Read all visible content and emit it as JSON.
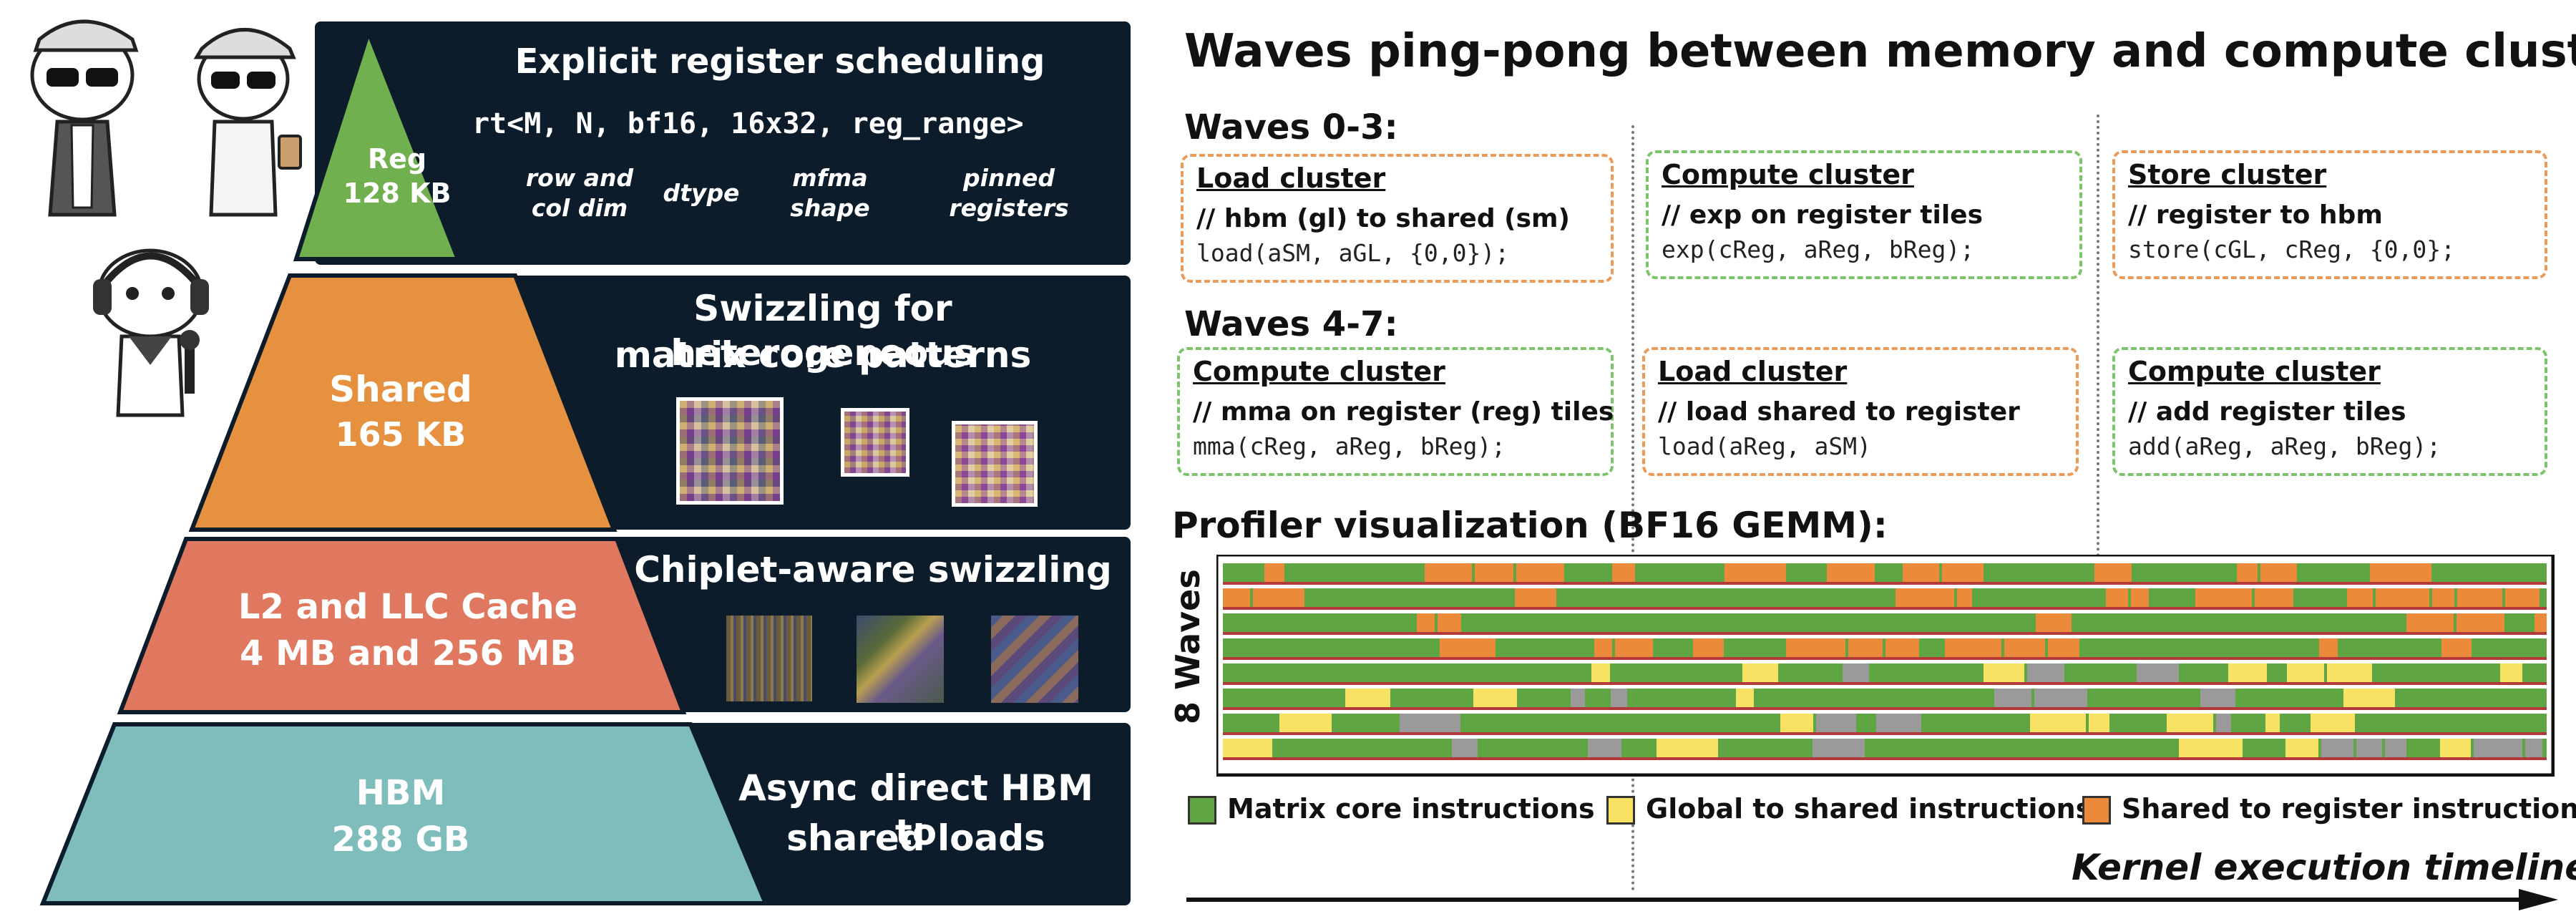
{
  "title": "Waves ping-pong between memory and compute clusters.",
  "hierarchy": {
    "reg": {
      "label": "Reg",
      "size": "128 KB",
      "heading": "Explicit register scheduling",
      "code": "rt<M, N, bf16, 16x32, reg_range>",
      "annotations": [
        "row and col dim",
        "dtype",
        "mfma shape",
        "pinned registers"
      ]
    },
    "shared": {
      "label": "Shared",
      "size": "165 KB",
      "heading_line1": "Swizzling for heterogeneous",
      "heading_line2": "matrix core patterns"
    },
    "l2": {
      "label": "L2 and LLC Cache",
      "size": "4 MB and 256 MB",
      "heading": "Chiplet-aware swizzling"
    },
    "hbm": {
      "label": "HBM",
      "size": "288 GB",
      "heading_line1": "Async direct HBM to",
      "heading_line2": "shared loads"
    }
  },
  "waves_0_3": {
    "label": "Waves 0-3:",
    "boxes": [
      {
        "title": "Load cluster",
        "comment": "// hbm (gl) to shared (sm)",
        "code": "load(aSM, aGL, {0,0});",
        "color": "#eb9a58"
      },
      {
        "title": "Compute cluster",
        "comment": "// exp on register tiles",
        "code": "exp(cReg, aReg, bReg);",
        "color": "#7cc46a"
      },
      {
        "title": "Store cluster",
        "comment": "// register to hbm",
        "code": "store(cGL, cReg, {0,0};",
        "color": "#eb9a58"
      }
    ]
  },
  "waves_4_7": {
    "label": "Waves 4-7:",
    "boxes": [
      {
        "title": "Compute cluster",
        "comment": "// mma on register (reg) tiles",
        "code": "mma(cReg, aReg, bReg);",
        "color": "#7cc46a"
      },
      {
        "title": "Load cluster",
        "comment": "// load shared to register",
        "code": "load(aReg, aSM)",
        "color": "#eb9a58"
      },
      {
        "title": "Compute cluster",
        "comment": "// add register tiles",
        "code": "add(aReg, aReg, bReg);",
        "color": "#7cc46a"
      }
    ]
  },
  "profiler": {
    "title": "Profiler visualization (BF16 GEMM):",
    "ylabel": "8 Waves",
    "xlabel": "Kernel execution timeline",
    "legend": [
      {
        "label": "Matrix core instructions",
        "color": "#5fa544"
      },
      {
        "label": "Global to shared instructions",
        "color": "#f7e263"
      },
      {
        "label": "Shared to register instructions",
        "color": "#eb8a3a"
      }
    ]
  },
  "colors": {
    "dark_panel": "#0c1c2b",
    "reg": "#71b04e",
    "shared": "#e6913f",
    "l2": "#e0785f",
    "hbm": "#7fbcbc"
  }
}
